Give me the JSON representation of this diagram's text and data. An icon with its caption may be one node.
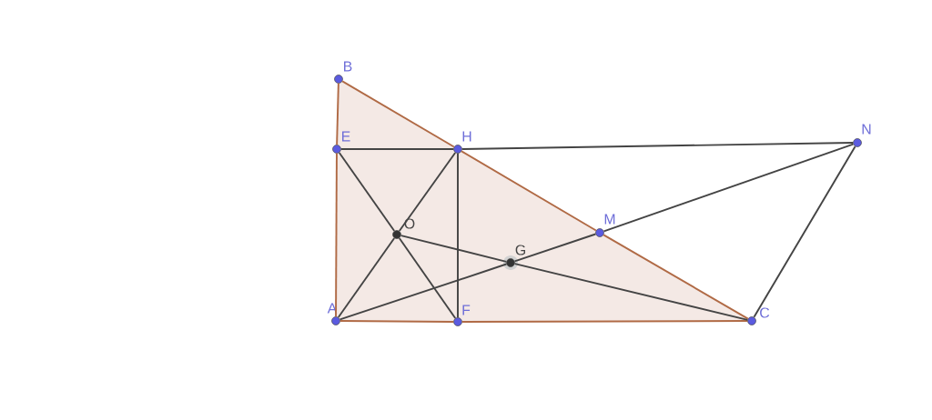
{
  "diagram": {
    "nodes": [
      {
        "text": [],
        "shape": "circle",
        "beside": [
          "B"
        ]
      },
      {
        "text": [],
        "shape": "circle",
        "beside": [
          "E"
        ]
      },
      {
        "text": [],
        "shape": "circle",
        "beside": [
          "H"
        ]
      },
      {
        "text": [],
        "shape": "circle",
        "beside": [
          "N"
        ]
      },
      {
        "text": [],
        "shape": "circle",
        "beside": [
          "O"
        ]
      },
      {
        "text": [],
        "shape": "circle",
        "beside": [
          "M"
        ]
      },
      {
        "text": [],
        "shape": "circle",
        "beside": [
          "G"
        ]
      },
      {
        "text": [],
        "shape": "circle",
        "beside": [
          "A"
        ]
      },
      {
        "text": [],
        "shape": "circle",
        "beside": [
          "F"
        ]
      },
      {
        "text": [],
        "shape": "circle",
        "beside": [
          "C"
        ]
      }
    ],
    "edges": [
      {
        "from": 7,
        "to": 1,
        "arrow": "none",
        "color": "#b06a45"
      },
      {
        "from": 1,
        "to": 0,
        "arrow": "none",
        "color": "#b06a45"
      },
      {
        "from": 0,
        "to": 2,
        "arrow": "none",
        "color": "#b06a45"
      },
      {
        "from": 2,
        "to": 5,
        "arrow": "none",
        "color": "#b06a45"
      },
      {
        "from": 5,
        "to": 9,
        "arrow": "none",
        "color": "#b06a45"
      },
      {
        "from": 7,
        "to": 8,
        "arrow": "none",
        "color": "#b06a45"
      },
      {
        "from": 8,
        "to": 9,
        "arrow": "none",
        "color": "#b06a45"
      },
      {
        "from": 1,
        "to": 2,
        "arrow": "none"
      },
      {
        "from": 2,
        "to": 3,
        "arrow": "none"
      },
      {
        "from": 2,
        "to": 8,
        "arrow": "none"
      },
      {
        "from": 1,
        "to": 4,
        "arrow": "none"
      },
      {
        "from": 4,
        "to": 8,
        "arrow": "none"
      },
      {
        "from": 7,
        "to": 4,
        "arrow": "none"
      },
      {
        "from": 4,
        "to": 2,
        "arrow": "none"
      },
      {
        "from": 7,
        "to": 6,
        "arrow": "none"
      },
      {
        "from": 6,
        "to": 5,
        "arrow": "none"
      },
      {
        "from": 5,
        "to": 3,
        "arrow": "none"
      },
      {
        "from": 4,
        "to": 6,
        "arrow": "none"
      },
      {
        "from": 6,
        "to": 9,
        "arrow": "none"
      },
      {
        "from": 3,
        "to": 9,
        "arrow": "none"
      }
    ]
  }
}
